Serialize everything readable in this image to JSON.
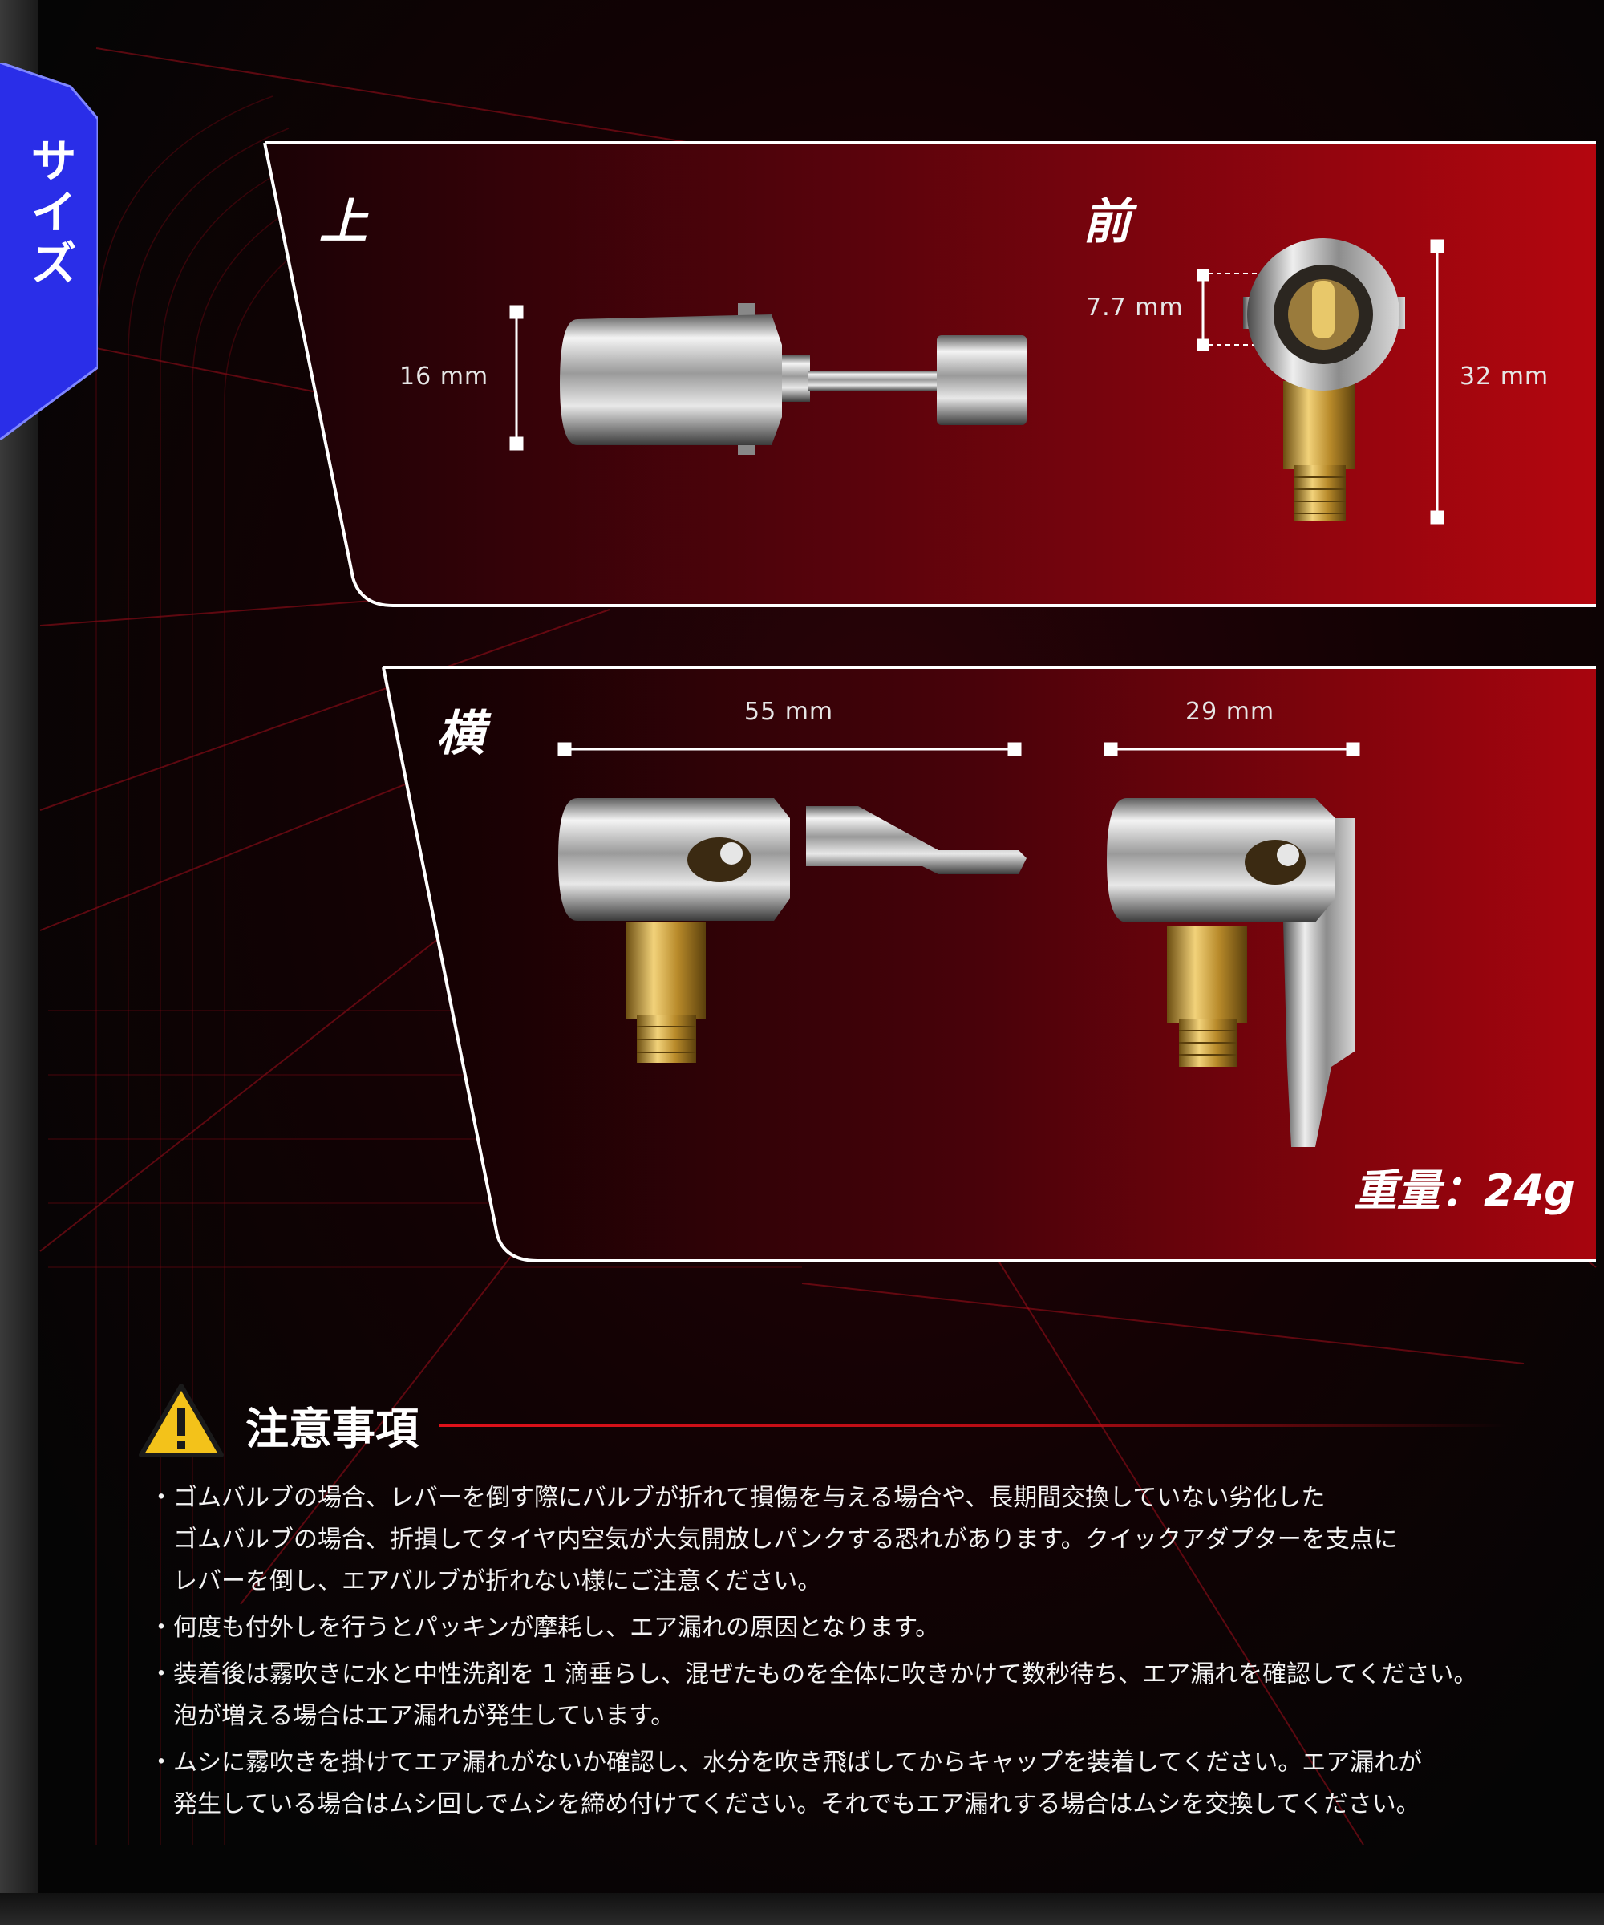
{
  "side_tab": {
    "label": "サイズ"
  },
  "views": {
    "top": {
      "title": "上",
      "height_dim": "16 mm"
    },
    "front": {
      "title": "前",
      "bore_dim": "7.7 mm",
      "height_dim": "32 mm"
    },
    "side": {
      "title": "横",
      "length_dim_a": "55 mm",
      "length_dim_b": "29 mm"
    },
    "weight": "重量：24g"
  },
  "notice": {
    "icon": "warning-triangle-icon",
    "title": "注意事項",
    "bullet": "・",
    "items": [
      {
        "lines": [
          "ゴムバルブの場合、レバーを倒す際にバルブが折れて損傷を与える場合や、長期間交換していない劣化した",
          "ゴムバルブの場合、折損してタイヤ内空気が大気開放しパンクする恐れがあります。クイックアダプターを支点に",
          "レバーを倒し、エアバルブが折れない様にご注意ください。"
        ]
      },
      {
        "lines": [
          "何度も付外しを行うとパッキンが摩耗し、エア漏れの原因となります。"
        ]
      },
      {
        "lines": [
          "装着後は霧吹きに水と中性洗剤を 1 滴垂らし、混ぜたものを全体に吹きかけて数秒待ち、エア漏れを確認してください。",
          "泡が増える場合はエア漏れが発生しています。"
        ]
      },
      {
        "lines": [
          "ムシに霧吹きを掛けてエア漏れがないか確認し、水分を吹き飛ばしてからキャップを装着してください。エア漏れが",
          "発生している場合はムシ回しでムシを締め付けてください。それでもエア漏れする場合はムシを交換してください。"
        ]
      }
    ]
  },
  "colors": {
    "accent_red": "#e0111a",
    "tab_blue": "#2a2ee8",
    "warning_yellow": "#f3c21a"
  }
}
